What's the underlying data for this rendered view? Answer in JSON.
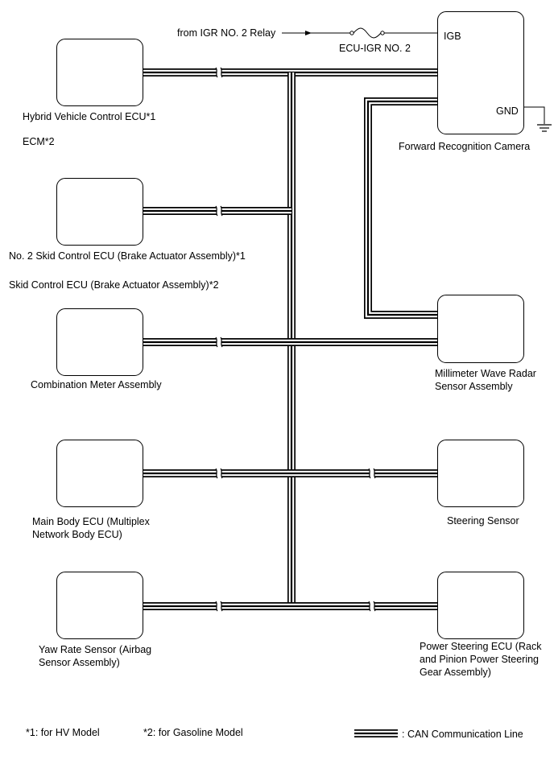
{
  "components": {
    "hybrid_ecu": {
      "name": "Hybrid Vehicle Control ECU*1",
      "alt_name": "ECM*2"
    },
    "skid_ecu": {
      "name": "No. 2 Skid Control ECU (Brake Actuator Assembly)*1",
      "alt_name": "Skid Control ECU (Brake Actuator Assembly)*2"
    },
    "combination_meter": {
      "name": "Combination Meter Assembly"
    },
    "main_body_ecu": {
      "name": "Main Body ECU (Multiplex Network Body ECU)"
    },
    "yaw_rate_sensor": {
      "name": "Yaw Rate Sensor (Airbag Sensor Assembly)"
    },
    "forward_camera": {
      "name": "Forward Recognition Camera",
      "pin_igb": "IGB",
      "pin_gnd": "GND"
    },
    "radar_sensor": {
      "name": "Millimeter Wave Radar Sensor Assembly"
    },
    "steering_sensor": {
      "name": "Steering Sensor"
    },
    "power_steering_ecu": {
      "name": "Power Steering ECU (Rack and Pinion Power Steering Gear Assembly)"
    }
  },
  "power": {
    "source": "from IGR NO. 2 Relay",
    "fuse": "ECU-IGR NO. 2"
  },
  "notes": {
    "note1": "*1: for HV Model",
    "note2": "*2: for Gasoline Model"
  },
  "legend": {
    "can_line": ": CAN Communication Line"
  }
}
